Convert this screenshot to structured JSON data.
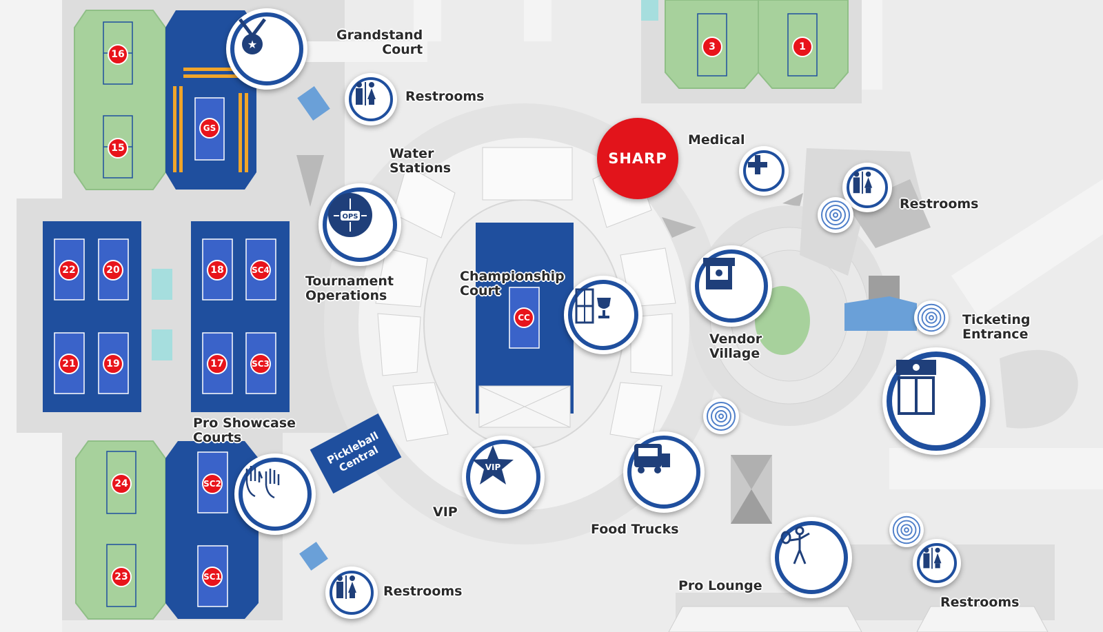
{
  "map": {
    "labels": {
      "grandstand": [
        "Grandstand",
        "Court"
      ],
      "restrooms_top": "Restrooms",
      "water": [
        "Water",
        "Stations"
      ],
      "medical": "Medical",
      "restrooms_right": "Restrooms",
      "tournament": [
        "Tournament",
        "Operations"
      ],
      "championship": [
        "Championship",
        "Court"
      ],
      "vendor": [
        "Vendor",
        "Village"
      ],
      "ticketing": [
        "Ticketing",
        "Entrance"
      ],
      "pro_showcase": [
        "Pro Showcase",
        "Courts"
      ],
      "vip": "VIP",
      "food_trucks": "Food Trucks",
      "pro_lounge": "Pro Lounge",
      "restrooms_bottom": "Restrooms",
      "restrooms_bottom_right": "Restrooms"
    },
    "courts": {
      "c16": "16",
      "c15": "15",
      "gs": "GS",
      "c3": "3",
      "c1": "1",
      "c22": "22",
      "c20": "20",
      "c21": "21",
      "c19": "19",
      "c18": "18",
      "sc4": "SC4",
      "c17": "17",
      "sc3": "SC3",
      "cc": "CC",
      "c24": "24",
      "c23": "23",
      "sc2": "SC2",
      "sc1": "SC1"
    },
    "sponsor": "SHARP",
    "sign": [
      "Pickleball",
      "Central"
    ],
    "badges": {
      "ops": "OPS",
      "vip": "VIP"
    },
    "colors": {
      "court_blue": "#1f4f9e",
      "court_green": "#a7d19c",
      "court_number_red": "#e8141b",
      "sharp_red": "#e2141b"
    },
    "icons": [
      "medal-icon",
      "restroom-icon",
      "ops-icon",
      "trophy-icon",
      "plus-icon",
      "store-icon",
      "ticket-door-icon",
      "raised-hands-icon",
      "star-icon",
      "food-truck-icon",
      "player-icon",
      "wifi-target-icon"
    ]
  }
}
